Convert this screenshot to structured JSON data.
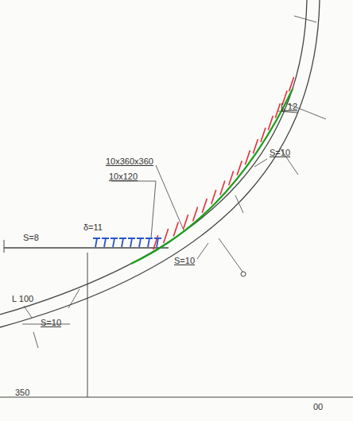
{
  "diagram": {
    "labels": [
      "S=8",
      "δ=11",
      "10x360x360",
      "10x120",
      "L 12",
      "S=10",
      "S=10",
      "L 100",
      "S=10",
      "350",
      "00"
    ]
  }
}
